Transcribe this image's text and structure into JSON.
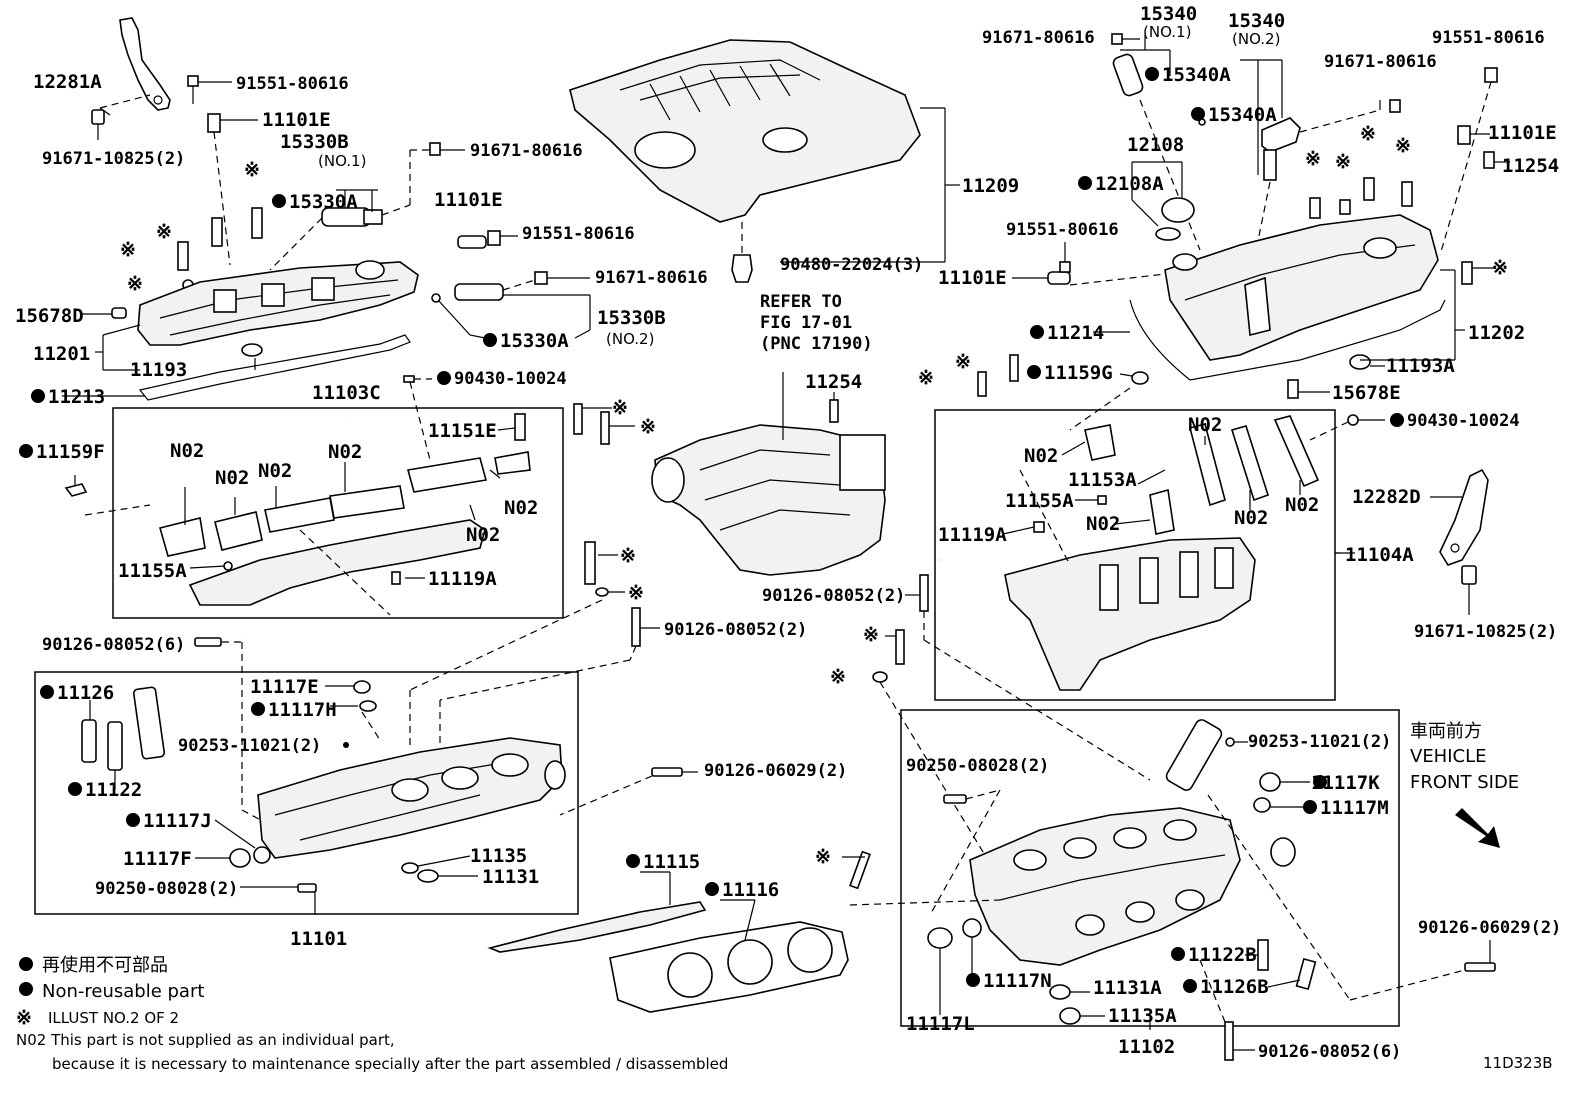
{
  "labels": {
    "l12281A": "12281A",
    "l91551_a": "91551-80616",
    "l11101E_a": "11101E",
    "l91671_10825_a": "91671-10825(2)",
    "l15330B_a": "15330B",
    "l15330B_a_no": "(NO.1)",
    "l91671_a": "91671-80616",
    "l15330A_a": "15330A",
    "l11101E_b": "11101E",
    "l91551_b": "91551-80616",
    "l91671_b": "91671-80616",
    "l15678D": "15678D",
    "l15330A_b": "15330A",
    "l15330B_b": "15330B",
    "l15330B_b_no": "(NO.2)",
    "l11201": "11201",
    "l11193": "11193",
    "l11213": "11213",
    "l11103C": "11103C",
    "l90430_a": "90430-10024",
    "l11151E": "11151E",
    "l11159F": "11159F",
    "l11155A_a": "11155A",
    "l11119A_a": "11119A",
    "l90126_6": "90126-08052(6)",
    "l90126_2a": "90126-08052(2)",
    "l11126": "11126",
    "l11122": "11122",
    "l11117E": "11117E",
    "l11117H": "11117H",
    "l90253_a": "90253-11021(2)",
    "l11117J": "11117J",
    "l11117F": "11117F",
    "l90250_a": "90250-08028(2)",
    "l11135": "11135",
    "l11131": "11131",
    "l90126_06029_a": "90126-06029(2)",
    "l11101": "11101",
    "l11115": "11115",
    "l11116": "11116",
    "l11209": "11209",
    "l90480": "90480-22024(3)",
    "l11101E_c": "11101E",
    "l refer_to": "REFER TO",
    "l fig": "FIG 17-01",
    "l pnc": "(PNC 17190)",
    "l11254_a": "11254",
    "l90126_2b": "90126-08052(2)",
    "l91671_c": "91671-80616",
    "l15340_1": "15340",
    "l15340_1_no": "(NO.1)",
    "l15340A_1": "15340A",
    "l15340_2": "15340",
    "l15340_2_no": "(NO.2)",
    "l15340A_2": "15340A",
    "l91551_c": "91551-80616",
    "l91671_d": "91671-80616",
    "l11101E_d": "11101E",
    "l11254_b": "11254",
    "l12108": "12108",
    "l12108A": "12108A",
    "l91551_d": "91551-80616",
    "l11214": "11214",
    "l11202": "11202",
    "l11193A": "11193A",
    "l11159G": "11159G",
    "l15678E": "15678E",
    "l90430_b": "90430-10024",
    "l11153A": "11153A",
    "l11155A_b": "11155A",
    "l11119A_b": "11119A",
    "l12282D": "12282D",
    "l11104A": "11104A",
    "l91671_10825_b": "91671-10825(2)",
    "l90250_b": "90250-08028(2)",
    "l90253_b": "90253-11021(2)",
    "l11117K": "11117K",
    "l11117M": "11117M",
    "l90126_06029_b": "90126-06029(2)",
    "l11122B": "11122B",
    "l11126B": "11126B",
    "l11117N": "11117N",
    "l11117L": "11117L",
    "l11131A": "11131A",
    "l11135A": "11135A",
    "l11102": "11102",
    "l90126_6b": "90126-08052(6)",
    "no2": "N02",
    "kome": "※"
  },
  "direction": {
    "jp": "車両前方",
    "en1": "VEHICLE",
    "en2": "FRONT SIDE"
  },
  "legend": {
    "jp": "再使用不可部品",
    "en": "Non-reusable part",
    "illust": "ILLUST NO.2 OF 2",
    "n02_note1": "N02 This part is not supplied as an individual part,",
    "n02_note2": "because it is necessary to maintenance specially after the part assembled / disassembled"
  },
  "figure_id": "11D323B"
}
